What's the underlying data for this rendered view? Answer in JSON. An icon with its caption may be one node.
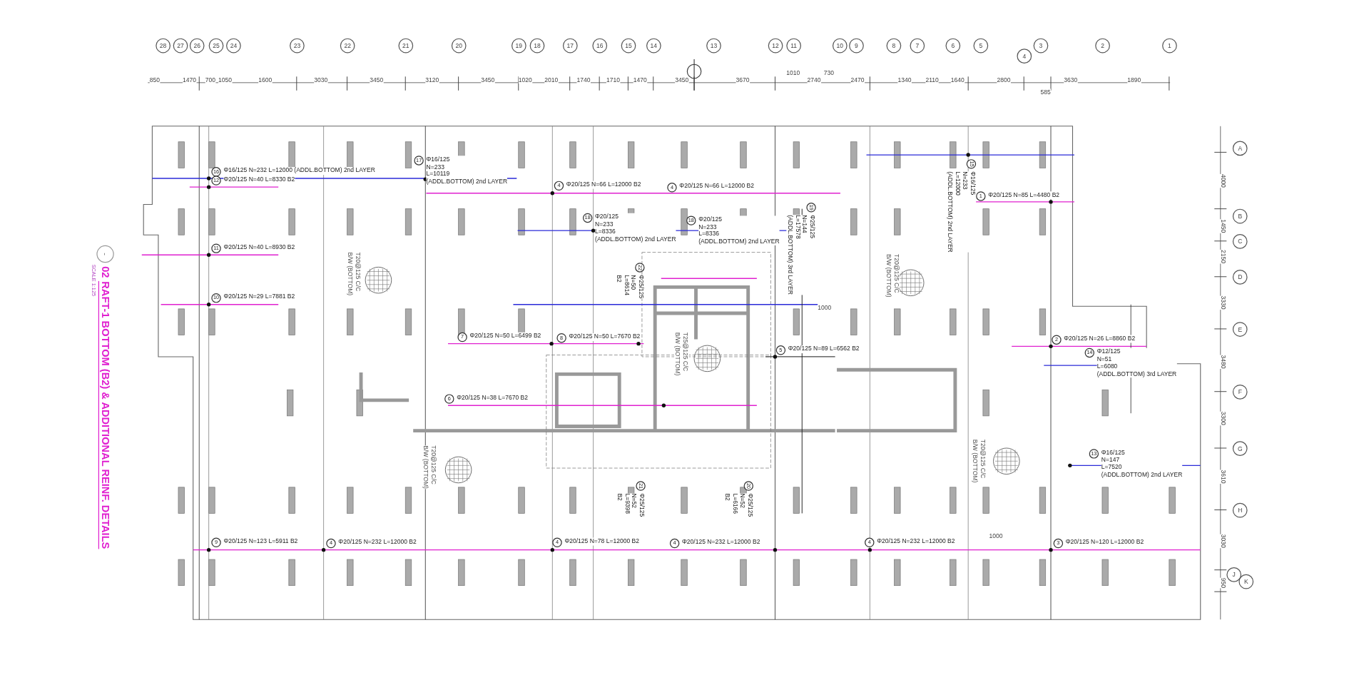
{
  "diagram": {
    "title": "RAFT-1 BOTTOM (B2) & ADDITIONAL REINF. DETAILS",
    "labels": [
      "28",
      "27",
      "26",
      "25",
      "24",
      "23",
      "22",
      "21",
      "20",
      "19",
      "18",
      "17",
      "16",
      "15",
      "14",
      "13",
      "12",
      "11",
      "10",
      "9",
      "8",
      "7",
      "6",
      "5",
      "4",
      "3",
      "2",
      "1",
      "850",
      "1470",
      "700",
      "1050",
      "1600",
      "3030",
      "3450",
      "3120",
      "3450",
      "1020",
      "2010",
      "1740",
      "1710",
      "1470",
      "3450",
      "3670",
      "1010",
      "2740",
      "730",
      "2470",
      "1340",
      "2110",
      "1640",
      "2800",
      "585",
      "3630",
      "1890",
      "A",
      "B",
      "C",
      "D",
      "E",
      "F",
      "G",
      "H",
      "J",
      "K",
      "4000",
      "1450",
      "2150",
      "3330",
      "3480",
      "3300",
      "3610",
      "3030",
      "950",
      "16",
      "Φ16/125 N=232 L=12000 (ADDL.BOTTOM) 2nd LAYER",
      "17",
      "Φ16/125 N=233 L=10119 (ADDL.BOTTOM) 2nd LAYER",
      "12",
      "Φ20/125 N=40 L=8330 B2",
      "4",
      "Φ20/125 N=66 L=12000 B2",
      "4",
      "Φ20/125 N=66 L=12000 B2",
      "15",
      "Φ16/125 N=233 L=12000 (ADDL.BOTTOM) 2nd LAYER",
      "1",
      "Φ20/125 N=85 L=4480 B2",
      "19",
      "Φ25/125 N=144 L=17578 (ADDL.BOTTOM) 3rd LAYER",
      "18",
      "Φ20/125 N=233 L=8336 (ADDL.BOTTOM) 2nd LAYER",
      "18",
      "Φ20/125 N=233 L=8336 (ADDL.BOTTOM) 2nd LAYER",
      "11",
      "Φ20/125 N=40 L=8930 B2",
      "22",
      "Φ25/125 N=50 L=8614 B2",
      "T20@125 C/C B/W (BOTTOM)",
      "T20@125 C/C B/W (BOTTOM)",
      "10",
      "Φ20/125 N=29 L=7881 B2",
      "1000",
      "7",
      "Φ20/125 N=50 L=6499 B2",
      "8",
      "Φ20/125 N=50 L=7670 B2",
      "2",
      "Φ20/125 N=26 L=8860 B2",
      "T25@125 C/C B/W (BOTTOM)",
      "5",
      "Φ20/125 N=89 L=6562 B2",
      "14",
      "Φ12/125 N=51 L=6080 (ADDL.BOTTOM) 3rd LAYER",
      "6",
      "Φ20/125 N=38 L=7670 B2",
      "13",
      "Φ16/125 N=147 L=7520 (ADDL.BOTTOM) 2nd LAYER",
      "T20@125 C/C B/W (BOTTOM)",
      "T20@125 C/C B/W (BOTTOM)",
      "21",
      "Φ25/125 N=52 L=9398 B2",
      "20",
      "Φ25/125 N=52 L=6166 B2",
      "1000",
      "9",
      "Φ20/125 N=123 L=5911 B2",
      "4",
      "Φ20/125 N=232 L=12000 B2",
      "4",
      "Φ20/125 N=78 L=12000 B2",
      "4",
      "Φ20/125 N=232 L=12000 B2",
      "4",
      "Φ20/125 N=232 L=12000 B2",
      "3",
      "Φ20/125 N=120 L=12000 B2",
      "02",
      "-",
      "SCALE 1:125"
    ]
  }
}
